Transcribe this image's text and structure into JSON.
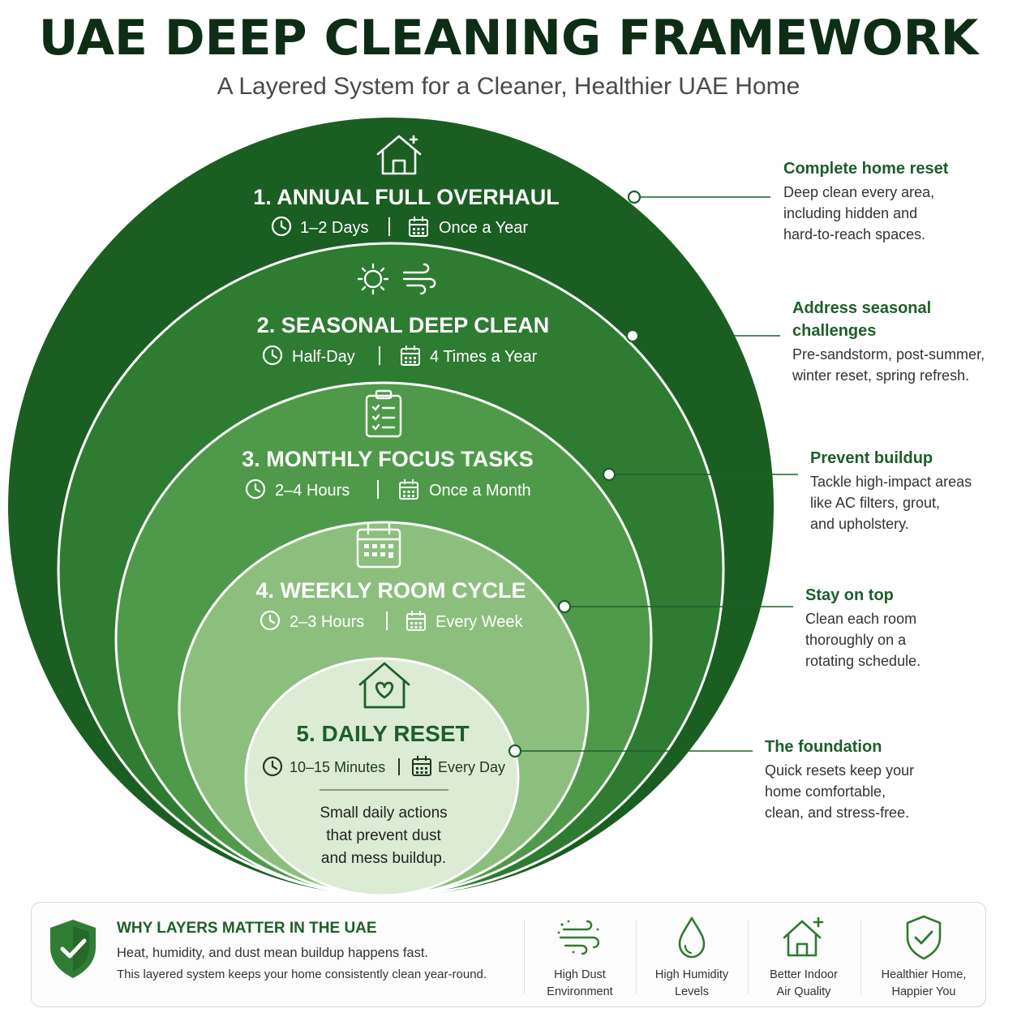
{
  "title": "UAE DEEP CLEANING FRAMEWORK",
  "subtitle": "A Layered System for a Cleaner, Healthier UAE Home",
  "colors": {
    "layer1": "#1b5e22",
    "layer2": "#2e7b32",
    "layer3": "#4f9a4a",
    "layer4": "#8cbf7e",
    "layer5": "#dbebd4",
    "accent_text": "#1e5e2a"
  },
  "layers": [
    {
      "name": "1. ANNUAL FULL OVERHAUL",
      "icon": "house-sparkle-icon",
      "duration": "1–2 Days",
      "frequency": "Once a Year"
    },
    {
      "name": "2. SEASONAL DEEP CLEAN",
      "icon": "sun-wind-icon",
      "duration": "Half-Day",
      "frequency": "4 Times a Year"
    },
    {
      "name": "3. MONTHLY FOCUS TASKS",
      "icon": "clipboard-checklist-icon",
      "duration": "2–4 Hours",
      "frequency": "Once a Month"
    },
    {
      "name": "4. WEEKLY ROOM CYCLE",
      "icon": "calendar-icon",
      "duration": "2–3 Hours",
      "frequency": "Every Week"
    },
    {
      "name": "5. DAILY RESET",
      "icon": "house-heart-icon",
      "duration": "10–15 Minutes",
      "frequency": "Every Day",
      "note": [
        "Small daily actions",
        "that prevent dust",
        "and mess buildup."
      ]
    }
  ],
  "annotations": [
    {
      "heading": [
        "Complete home reset"
      ],
      "body": [
        "Deep clean every area,",
        "including hidden and",
        "hard-to-reach spaces."
      ]
    },
    {
      "heading": [
        "Address seasonal",
        "challenges"
      ],
      "body": [
        "Pre-sandstorm, post-summer,",
        "winter reset, spring refresh."
      ]
    },
    {
      "heading": [
        "Prevent buildup"
      ],
      "body": [
        "Tackle high-impact areas",
        "like AC filters, grout,",
        "and upholstery."
      ]
    },
    {
      "heading": [
        "Stay on top"
      ],
      "body": [
        "Clean each room",
        "thoroughly on a",
        "rotating schedule."
      ]
    },
    {
      "heading": [
        "The foundation"
      ],
      "body": [
        "Quick resets keep your",
        "home comfortable,",
        "clean, and stress-free."
      ]
    }
  ],
  "why": {
    "title": "WHY LAYERS MATTER IN THE UAE",
    "line1": "Heat, humidity, and dust mean buildup happens fast.",
    "line2": "This layered system keeps your home consistently clean year-round.",
    "features": [
      {
        "icon": "wind-dust-icon",
        "label": [
          "High Dust",
          "Environment"
        ]
      },
      {
        "icon": "water-drop-icon",
        "label": [
          "High Humidity",
          "Levels"
        ]
      },
      {
        "icon": "house-sparkle-icon",
        "label": [
          "Better Indoor",
          "Air Quality"
        ]
      },
      {
        "icon": "shield-check-icon",
        "label": [
          "Healthier Home,",
          "Happier You"
        ]
      }
    ]
  }
}
